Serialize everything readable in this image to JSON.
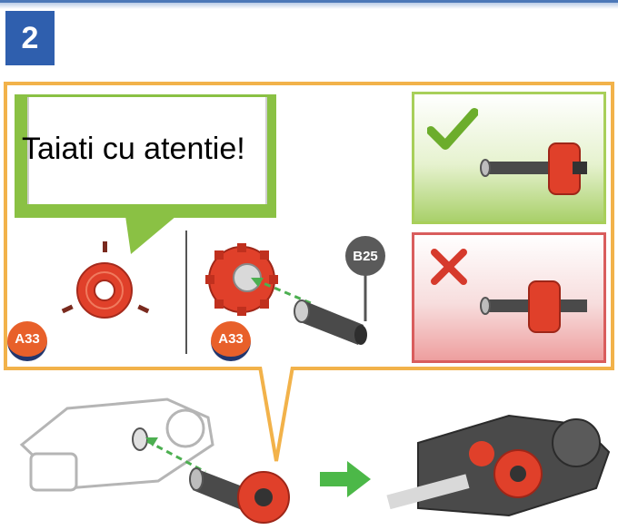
{
  "step": {
    "number": "2"
  },
  "callout": {
    "text": "Taiati cu atentie!"
  },
  "labels": {
    "a33_left": "A33",
    "a33_mid": "A33",
    "b25": "B25"
  },
  "colors": {
    "frame": "#f2b24a",
    "step_badge": "#2f5fae",
    "callout_green": "#8ac144",
    "correct_green": "#6cad2c",
    "wrong_red": "#d63a2c",
    "part_red": "#e0402a"
  },
  "icons": {
    "correct": "check-icon",
    "wrong": "cross-icon",
    "direction": "arrow-right-icon"
  }
}
